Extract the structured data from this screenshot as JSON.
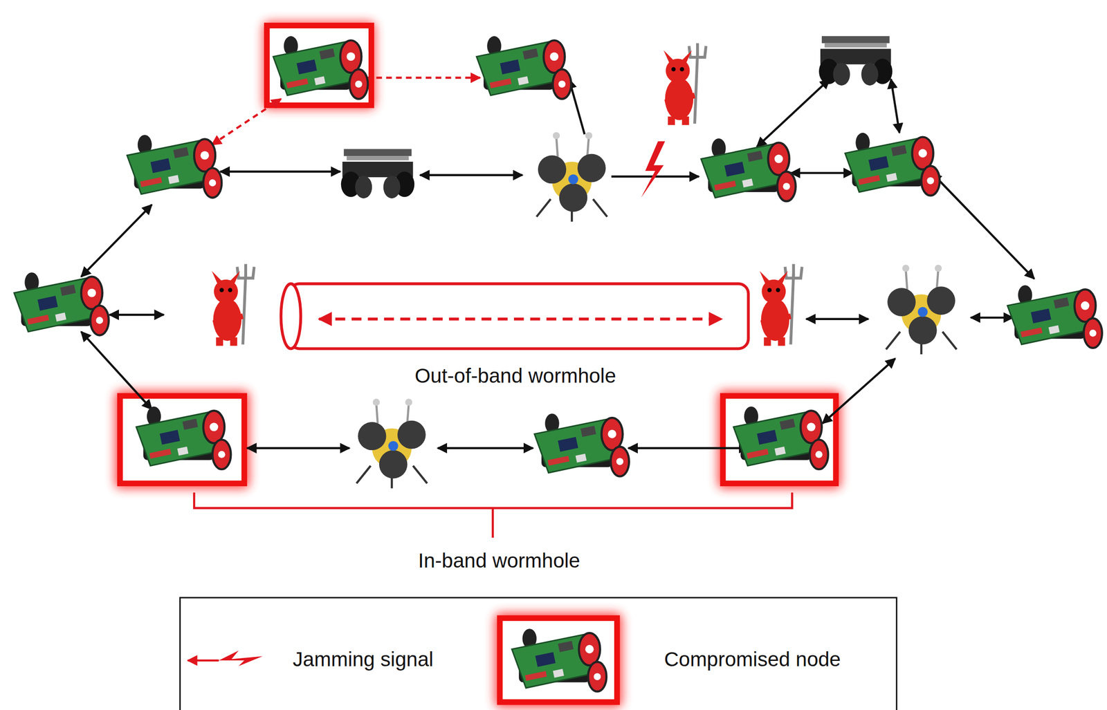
{
  "diagram": {
    "labels": [
      "Out-of-band wormhole",
      "In-band wormhole"
    ],
    "legend": [
      {
        "text": "Jamming signal"
      },
      {
        "text": "Compromised node"
      }
    ]
  }
}
